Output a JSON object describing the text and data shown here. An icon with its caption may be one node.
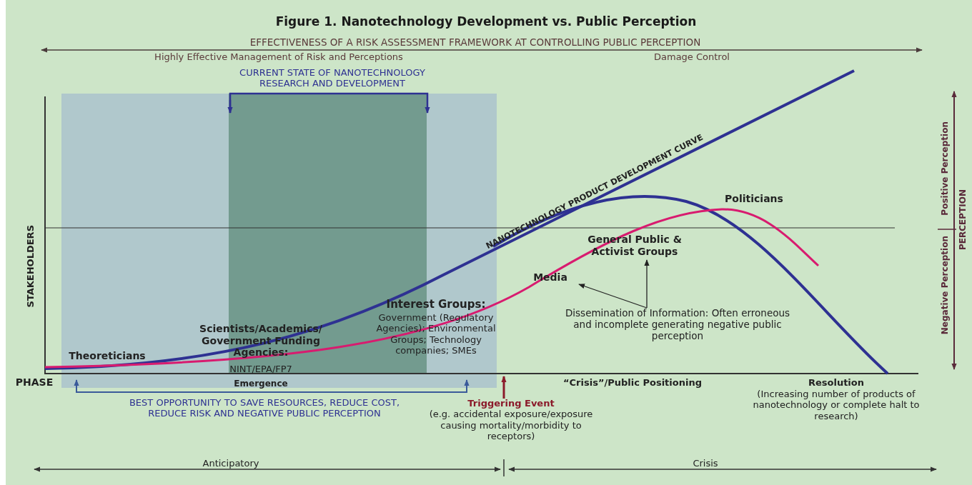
{
  "diagram": {
    "title": "Figure 1.  Nanotechnology Development vs. Public Perception",
    "nodes": [
      {
        "text": [
          "Media"
        ]
      },
      {
        "text": [
          "General Public & Activist Groups"
        ]
      },
      {
        "text": [
          "Dissemination of Information: Often erroneous and incomplete generating negative public perception"
        ]
      },
      {
        "text": [
          "Triggering Event",
          "(e.g. accidental exposure/exposure causing mortality/morbidity to receptors)"
        ]
      }
    ],
    "edges": [
      {
        "from": 2,
        "to": 0,
        "arrow": "to"
      },
      {
        "from": 2,
        "to": 1,
        "arrow": "to"
      },
      {
        "from": 3,
        "to": null,
        "arrow": "to",
        "color": "#8b1a2a"
      }
    ],
    "labels": [
      "EFFECTIVENESS OF A RISK ASSESSMENT FRAMEWORK AT CONTROLLING PUBLIC PERCEPTION",
      "Highly Effective Management of Risk and Perceptions",
      "Damage Control",
      "CURRENT STATE OF NANOTECHNOLOGY RESEARCH AND DEVELOPMENT",
      "STAKEHOLDERS",
      "NANOTECHNOLOGY PRODUCT DEVELOPMENT CURVE",
      "Politicians",
      "Positive Perception",
      "PERCEPTION",
      "Negative Perception",
      "Scientists/Academics/ Government Funding Agencies:",
      "NINT/EPA/FP7",
      "Interest Groups:",
      "Government (Regulatory Agencies); Environmental Groups; Technology companies; SMEs",
      "Theoreticians",
      "PHASE",
      "Emergence",
      "“Crisis”/Public Positioning",
      "Resolution",
      "(Increasing number of products of nanotechnology or complete halt to research)",
      "BEST OPPORTUNITY TO SAVE RESOURCES, REDUCE COST, REDUCE RISK AND NEGATIVE PUBLIC PERCEPTION",
      "Anticipatory",
      "Crisis"
    ]
  }
}
